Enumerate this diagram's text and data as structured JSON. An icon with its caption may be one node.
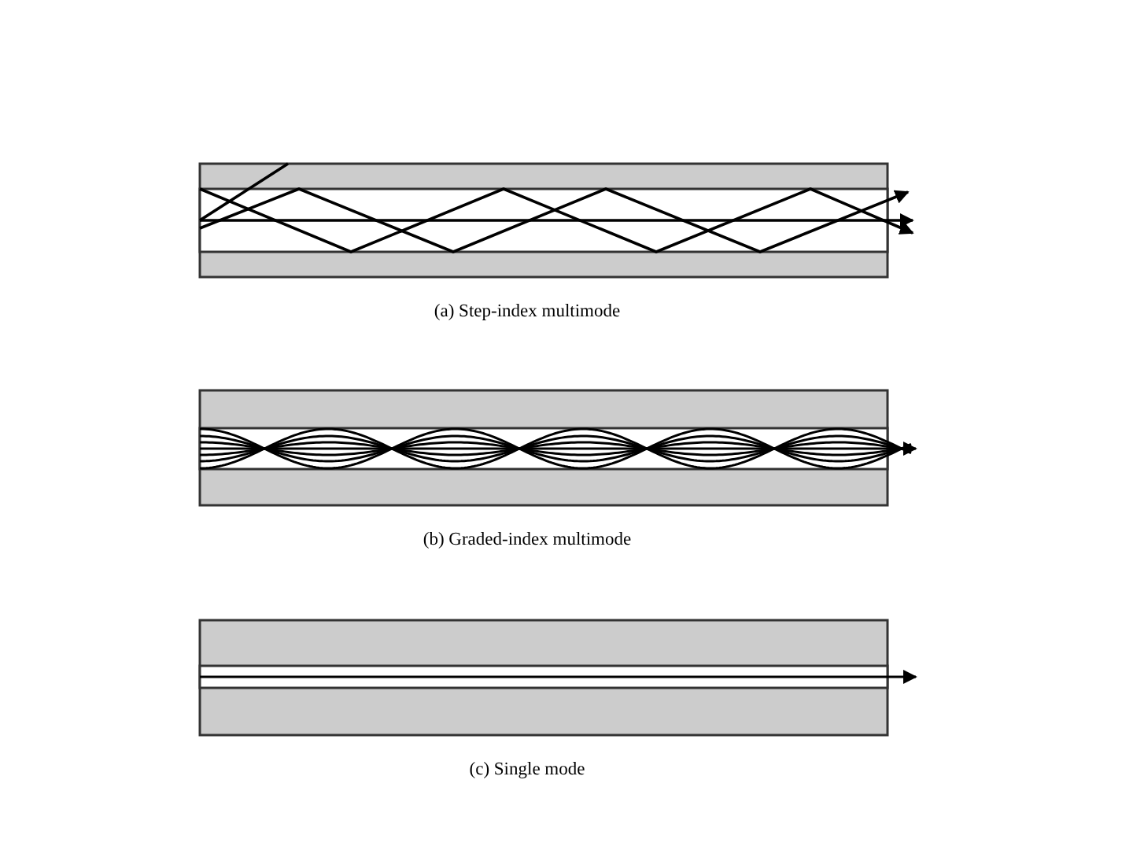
{
  "diagram": {
    "labels": [
      "(a) Step-index multimode",
      "(b) Graded-index multimode",
      "(c) Single mode"
    ]
  }
}
